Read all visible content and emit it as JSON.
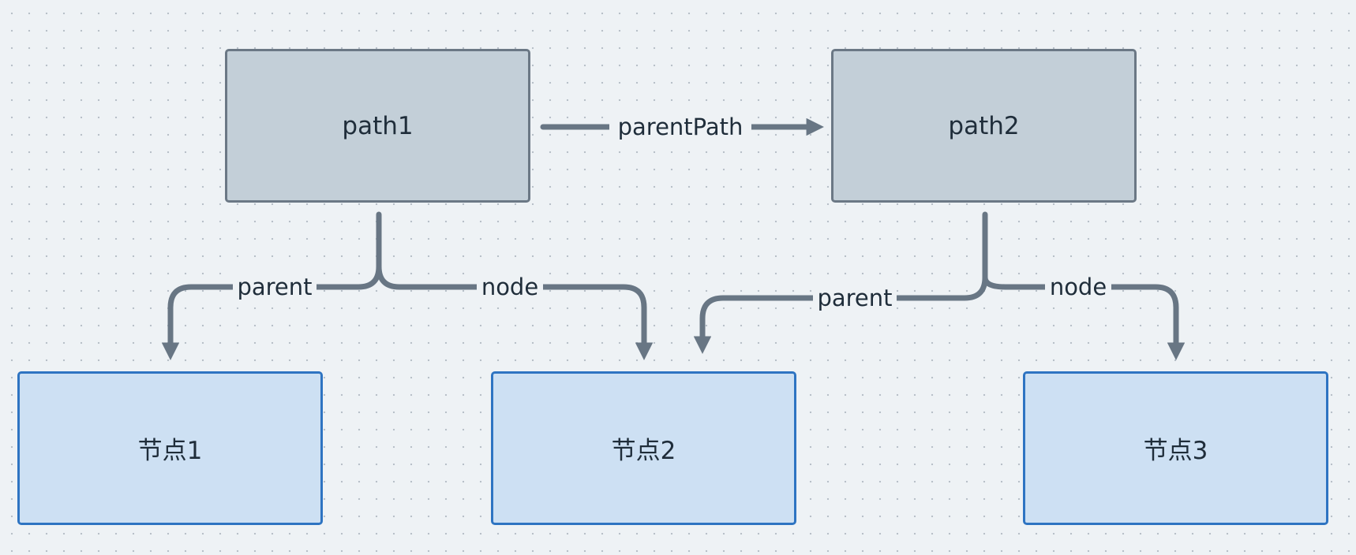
{
  "nodes": {
    "path1": "path1",
    "path2": "path2",
    "node1": "节点1",
    "node2": "节点2",
    "node3": "节点3"
  },
  "edges": {
    "path1_to_path2": "parentPath",
    "path1_to_node1": "parent",
    "path1_to_node2": "node",
    "path2_to_node2": "parent",
    "path2_to_node3": "node"
  },
  "colors": {
    "path_fill": "#c3cfd8",
    "path_border": "#6b7885",
    "node_fill": "#cde0f3",
    "node_border": "#2e74c2",
    "edge": "#687684",
    "background": "#eef2f5"
  }
}
